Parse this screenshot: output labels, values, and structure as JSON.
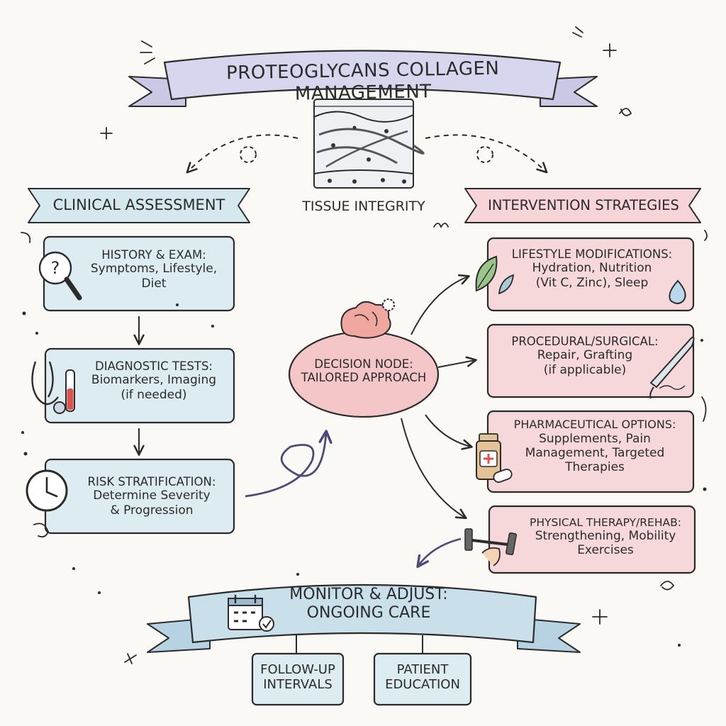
{
  "title": "PROTEOGLYCANS COLLAGEN MANAGEMENT",
  "tissue_label": "TISSUE INTEGRITY",
  "left_section": {
    "header": "CLINICAL ASSESSMENT",
    "boxes": [
      {
        "title": "HISTORY & EXAM:",
        "body": [
          "Symptoms, Lifestyle,",
          "Diet"
        ],
        "icon": "magnifier-question-icon"
      },
      {
        "title": "DIAGNOSTIC TESTS:",
        "body": [
          "Biomarkers, Imaging",
          "(if needed)"
        ],
        "icon": "stethoscope-test-tube-icon"
      },
      {
        "title": "RISK STRATIFICATION:",
        "body": [
          "Determine Severity",
          "& Progression"
        ],
        "icon": "clock-icon"
      }
    ]
  },
  "decision": {
    "line1": "DECISION NODE:",
    "line2": "TAILORED APPROACH",
    "icon": "brain-gear-icon"
  },
  "right_section": {
    "header": "INTERVENTION STRATEGIES",
    "boxes": [
      {
        "title": "LIFESTYLE MODIFICATIONS:",
        "body": [
          "Hydration, Nutrition",
          "(Vit C, Zinc), Sleep"
        ],
        "icon": "leaf-water-drop-icon"
      },
      {
        "title": "PROCEDURAL/SURGICAL:",
        "body": [
          "Repair, Grafting",
          "(if applicable)"
        ],
        "icon": "scalpel-icon"
      },
      {
        "title": "PHARMACEUTICAL OPTIONS:",
        "body": [
          "Supplements, Pain",
          "Management, Targeted",
          "Therapies"
        ],
        "icon": "pill-bottle-icon"
      },
      {
        "title": "PHYSICAL THERAPY/REHAB:",
        "body": [
          "Strengthening, Mobility",
          "Exercises"
        ],
        "icon": "dumbbell-icon"
      }
    ]
  },
  "monitor": {
    "line1": "MONITOR & ADJUST:",
    "line2": "ONGOING CARE",
    "icon": "calendar-check-icon"
  },
  "sub_boxes": [
    {
      "line1": "FOLLOW-UP",
      "line2": "INTERVALS"
    },
    {
      "line1": "PATIENT",
      "line2": "EDUCATION"
    }
  ],
  "colors": {
    "ink": "#2b2b2b",
    "ribbon_purple": "#d6d6ee",
    "assessment_blue": "#dcecf0",
    "intervention_pink": "#f6d8db",
    "decision_pink": "#f4c6c8",
    "monitor_blue": "#c9dfea"
  }
}
